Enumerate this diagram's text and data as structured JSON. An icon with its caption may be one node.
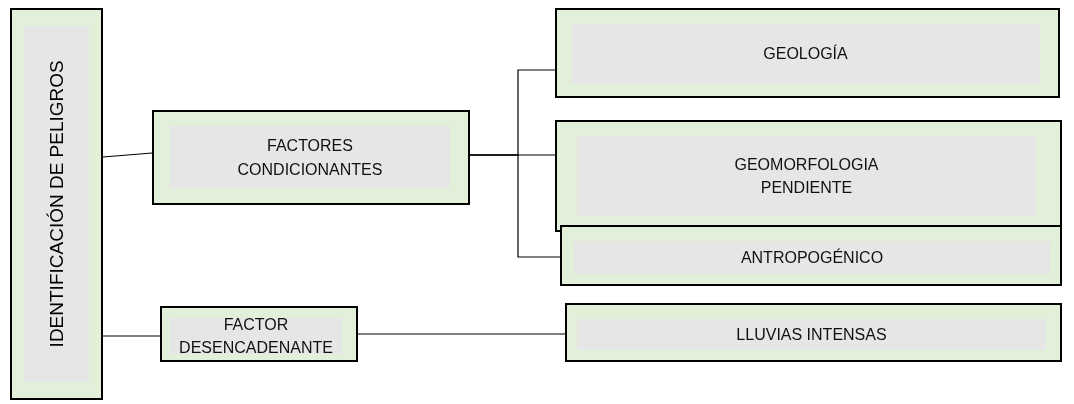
{
  "diagram": {
    "nodes": [
      {
        "text": [
          "IDENTIFICACIÓN DE PELIGROS"
        ]
      },
      {
        "text": [
          "FACTORES CONDICIONANTES"
        ]
      },
      {
        "text": [
          "FACTOR DESENCADENANTE"
        ]
      },
      {
        "text": [
          "GEOLOGÍA"
        ]
      },
      {
        "text": [
          "GEOMORFOLOGIA PENDIENTE"
        ]
      },
      {
        "text": [
          "ANTROPOGÉNICO"
        ]
      },
      {
        "text": [
          "LLUVIAS INTENSAS"
        ]
      }
    ],
    "edges": [
      {
        "from": 0,
        "to": 1,
        "arrow": "none"
      },
      {
        "from": 0,
        "to": 2,
        "arrow": "none"
      },
      {
        "from": 1,
        "to": 3,
        "arrow": "none"
      },
      {
        "from": 1,
        "to": 4,
        "arrow": "none"
      },
      {
        "from": 1,
        "to": 5,
        "arrow": "none"
      },
      {
        "from": 2,
        "to": 6,
        "arrow": "none"
      }
    ]
  }
}
